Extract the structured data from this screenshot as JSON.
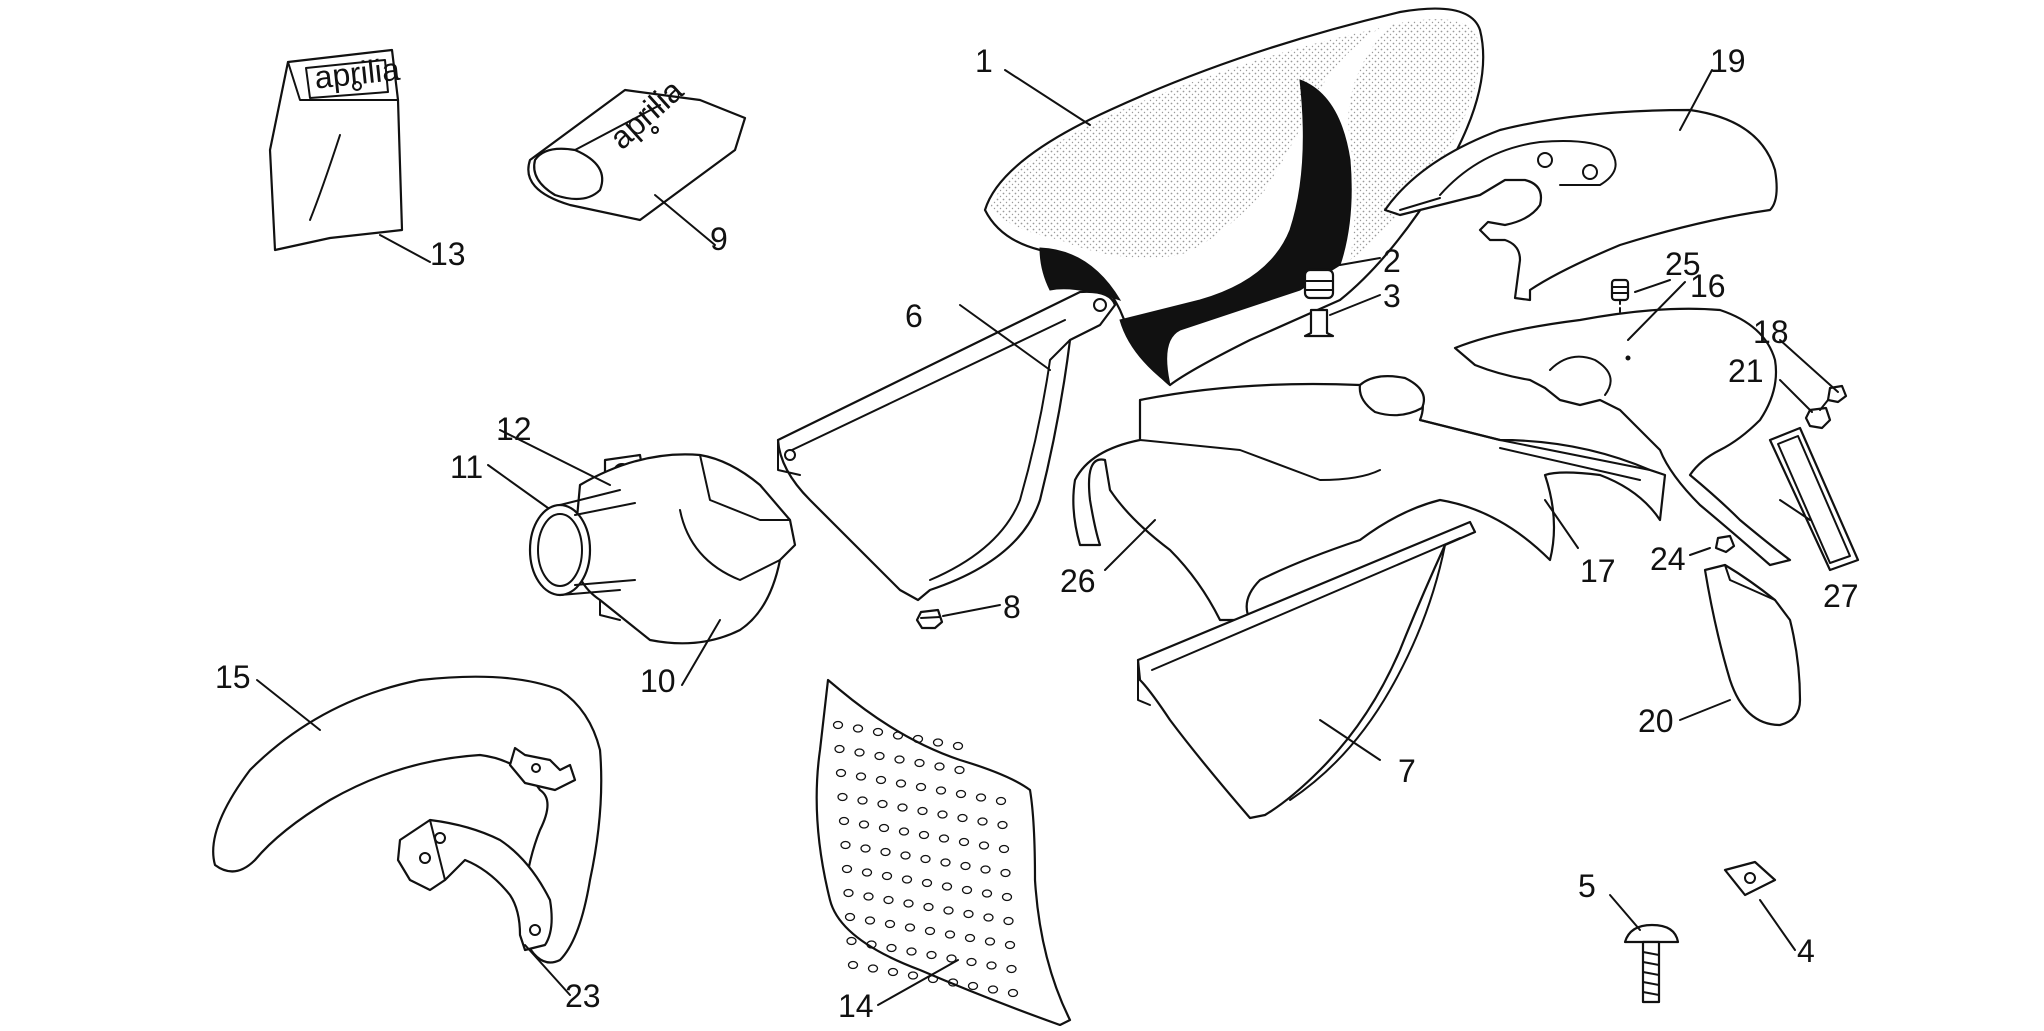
{
  "diagram": {
    "callouts": [
      {
        "id": "c1",
        "label": "1"
      },
      {
        "id": "c2",
        "label": "2"
      },
      {
        "id": "c3",
        "label": "3"
      },
      {
        "id": "c4",
        "label": "4"
      },
      {
        "id": "c5",
        "label": "5"
      },
      {
        "id": "c6",
        "label": "6"
      },
      {
        "id": "c7",
        "label": "7"
      },
      {
        "id": "c8",
        "label": "8"
      },
      {
        "id": "c9",
        "label": "9"
      },
      {
        "id": "c10",
        "label": "10"
      },
      {
        "id": "c11",
        "label": "11"
      },
      {
        "id": "c12",
        "label": "12"
      },
      {
        "id": "c13",
        "label": "13"
      },
      {
        "id": "c14",
        "label": "14"
      },
      {
        "id": "c15",
        "label": "15"
      },
      {
        "id": "c16",
        "label": "16"
      },
      {
        "id": "c17",
        "label": "17"
      },
      {
        "id": "c18",
        "label": "18"
      },
      {
        "id": "c19",
        "label": "19"
      },
      {
        "id": "c20",
        "label": "20"
      },
      {
        "id": "c21",
        "label": "21"
      },
      {
        "id": "c23",
        "label": "23"
      },
      {
        "id": "c24",
        "label": "24"
      },
      {
        "id": "c25",
        "label": "25"
      },
      {
        "id": "c26",
        "label": "26"
      },
      {
        "id": "c27",
        "label": "27"
      }
    ],
    "logo_text": "aprilia",
    "colors": {
      "line": "#111111",
      "background": "#ffffff",
      "stipple": "#9a9a9a"
    }
  }
}
